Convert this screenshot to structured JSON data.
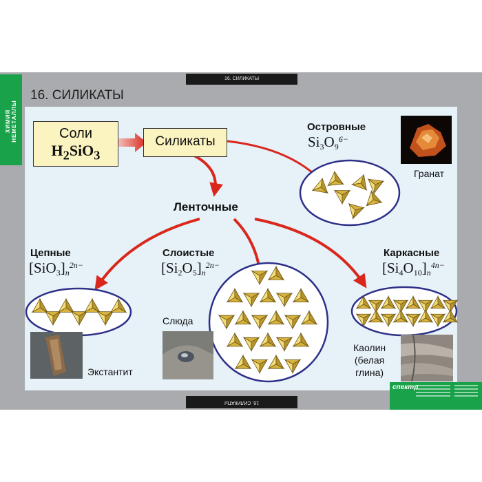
{
  "header": {
    "top_tab": "16. СИЛИКАТЫ",
    "bottom_tab": "16. СИЛИКАТЫ",
    "sidebar_line1": "ХИМИЯ",
    "sidebar_line2": "НЕМЕТАЛЛЫ",
    "title": "16. СИЛИКАТЫ"
  },
  "boxes": {
    "soli_label": "Соли",
    "soli_formula": {
      "a": "H",
      "a_sub": "2",
      "b": "SiO",
      "b_sub": "3"
    },
    "silicates_label": "Силикаты"
  },
  "nodes": {
    "ostrovnye": {
      "label": "Островные",
      "f1": "Si",
      "f1_sub": "3",
      "f2": "O",
      "f2_sub": "9",
      "sup": "6−",
      "mineral": "Гранат"
    },
    "lentochnye": {
      "label": "Ленточные"
    },
    "tsepnye": {
      "label": "Цепные",
      "f_open": "[SiO",
      "f_sub": "3",
      "f_close": "]",
      "n": "n",
      "sup": "2n−",
      "mineral": "Экстантит"
    },
    "sloistye": {
      "label": "Слоистые",
      "f_open": "[Si",
      "f_sub1": "2",
      "f_mid": "O",
      "f_sub2": "5",
      "f_close": "]",
      "n": "n",
      "sup": "2n−",
      "mineral": "Слюда"
    },
    "karkasnye": {
      "label": "Каркасные",
      "f_open": "[Si",
      "f_sub1": "4",
      "f_mid": "O",
      "f_sub2": "10",
      "f_close": "]",
      "n": "n",
      "sup": "4n−",
      "mineral_l1": "Каолин",
      "mineral_l2": "(белая",
      "mineral_l3": "глина)"
    }
  },
  "logo": {
    "brand": "спектр"
  },
  "colors": {
    "accent_green": "#1aa24a",
    "arrow_red": "#d9271c",
    "box_fill": "#fcf4c0",
    "tetra_yellow": "#e7c64b",
    "ellipse_stroke": "#2e3088"
  }
}
